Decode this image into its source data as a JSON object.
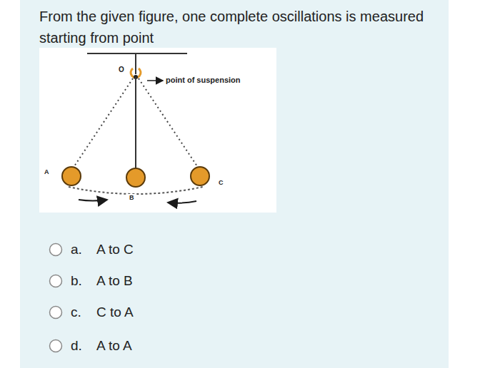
{
  "diagram": {
    "title": "From the given figure, one complete oscillations is measured starting from point",
    "labels": [
      "O",
      "point of suspension",
      "A",
      "C",
      "B",
      "a.",
      "A to C",
      "b.",
      "A to B",
      "c.",
      "C to A",
      "d.",
      "A to A"
    ]
  }
}
